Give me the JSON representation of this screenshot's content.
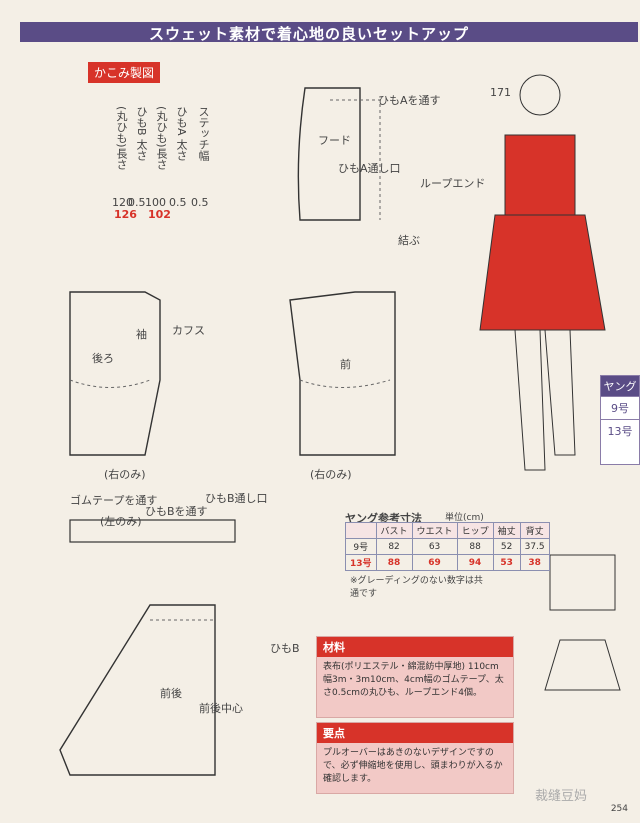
{
  "header": {
    "title": "スウェット素材で着心地の良いセットアップ"
  },
  "badge": {
    "label": "かこみ製図"
  },
  "legend": {
    "stitch_label": "ステッチ幅",
    "tieA_label": "ひもA 太さ",
    "tieA_round_label": "(丸ひも)長さ",
    "tieB_label": "ひもB 太さ",
    "tieB_round_label": "(丸ひも)長さ",
    "vals": [
      "0.5",
      "0.5",
      "100",
      "0.5",
      "120"
    ],
    "red_vals": [
      "126",
      "102"
    ]
  },
  "model_no": "171",
  "side_tab": {
    "title": "ヤング",
    "size1": "9号",
    "size2": "13号"
  },
  "labels": {
    "hood": "フード",
    "tie_a_pass": "ひもAを通す",
    "tie_a_hole": "ひもA通し口",
    "loop_end": "ループエンド",
    "tie": "結ぶ",
    "sleeve": "袖",
    "back": "後ろ",
    "front": "前",
    "cuffs": "カフス",
    "right_only": "(右のみ)",
    "gum_tape": "ゴムテープを通す",
    "left_only": "(左のみ)",
    "tie_b_pass": "ひもBを通す",
    "tie_b_hole": "ひもB通し口",
    "tie_b": "ひもB",
    "front_back": "前後",
    "center": "前後中心"
  },
  "size_table": {
    "caption": "ヤング参考寸法",
    "unit": "単位(cm)",
    "headers": [
      "",
      "バスト",
      "ウエスト",
      "ヒップ",
      "袖丈",
      "背丈"
    ],
    "rows": [
      [
        "9号",
        "82",
        "63",
        "88",
        "52",
        "37.5"
      ],
      [
        "13号",
        "88",
        "69",
        "94",
        "53",
        "38"
      ]
    ],
    "note": "※グレーディングのない数字は共通です"
  },
  "materials": {
    "title": "材料",
    "body": "表布(ポリエステル・綿混紡中厚地) 110cm幅3m・3m10cm、4cm幅のゴムテープ、太さ0.5cmの丸ひも、ループエンド4個。"
  },
  "points": {
    "title": "要点",
    "body": "プルオーバーはあきのないデザインですので、必ず伸縮地を使用し、頭まわりが入るか確認します。"
  },
  "page_number": "254",
  "watermark": "裁缝豆妈"
}
